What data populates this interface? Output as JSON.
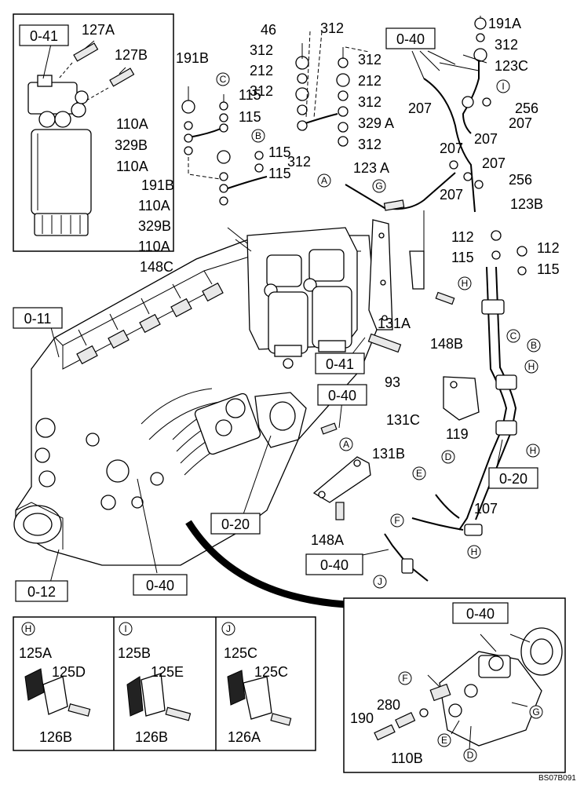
{
  "drawing_code": "BS07B091",
  "part_numbers": {
    "p46": "46",
    "p312a": "312",
    "p312b": "312",
    "p312c": "312",
    "p312d": "312",
    "p312e": "312",
    "p312f": "312",
    "p312g": "312",
    "p312h": "312",
    "p212a": "212",
    "p212b": "212",
    "p191A": "191A",
    "p191B": "191B",
    "p191Ba": "191B",
    "p127A": "127A",
    "p127B": "127B",
    "p123C": "123C",
    "p123A": "123 A",
    "p123B": "123B",
    "p115a": "115",
    "p115b": "115",
    "p115c": "115",
    "p115d": "115",
    "p115e": "115",
    "p115f": "115",
    "p110Aa": "110A",
    "p110Ab": "110A",
    "p110Ac": "110A",
    "p110Ad": "110A",
    "p329Ba": "329B",
    "p329Bb": "329B",
    "p329A": "329 A",
    "p207a": "207",
    "p207b": "207",
    "p207c": "207",
    "p207d": "207",
    "p207e": "207",
    "p256a": "256",
    "p256b": "256",
    "p112a": "112",
    "p112b": "112",
    "p148C": "148C",
    "p148B": "148B",
    "p148A": "148A",
    "p131A": "131A",
    "p131C": "131C",
    "p131B": "131B",
    "p93": "93",
    "p119": "119",
    "p107": "107",
    "p125A": "125A",
    "p125D": "125D",
    "p126Ba": "126B",
    "p125B": "125B",
    "p125E": "125E",
    "p126Bb": "126B",
    "p125Ca": "125C",
    "p125Cb": "125C",
    "p126A": "126A",
    "p280": "280",
    "p190": "190",
    "p110B": "110B"
  },
  "ref_boxes": {
    "r041a": "0-41",
    "r040a": "0-40",
    "r011": "0-11",
    "r041b": "0-41",
    "r040b": "0-40",
    "r020a": "0-20",
    "r020b": "0-20",
    "r012": "0-12",
    "r040c": "0-40",
    "r040d": "0-40",
    "r040e": "0-40"
  },
  "circle_letters": {
    "cC1": "C",
    "cB1": "B",
    "cA1": "A",
    "cG1": "G",
    "cI1": "I",
    "cH1": "H",
    "cC2": "C",
    "cB2": "B",
    "cH2": "H",
    "cH3": "H",
    "cD1": "D",
    "cE1": "E",
    "cA2": "A",
    "cF1": "F",
    "cH4": "H",
    "cJ1": "J",
    "cH5": "H",
    "cI2": "I",
    "cJ2": "J",
    "cF2": "F",
    "cG2": "G",
    "cE2": "E",
    "cD2": "D"
  }
}
